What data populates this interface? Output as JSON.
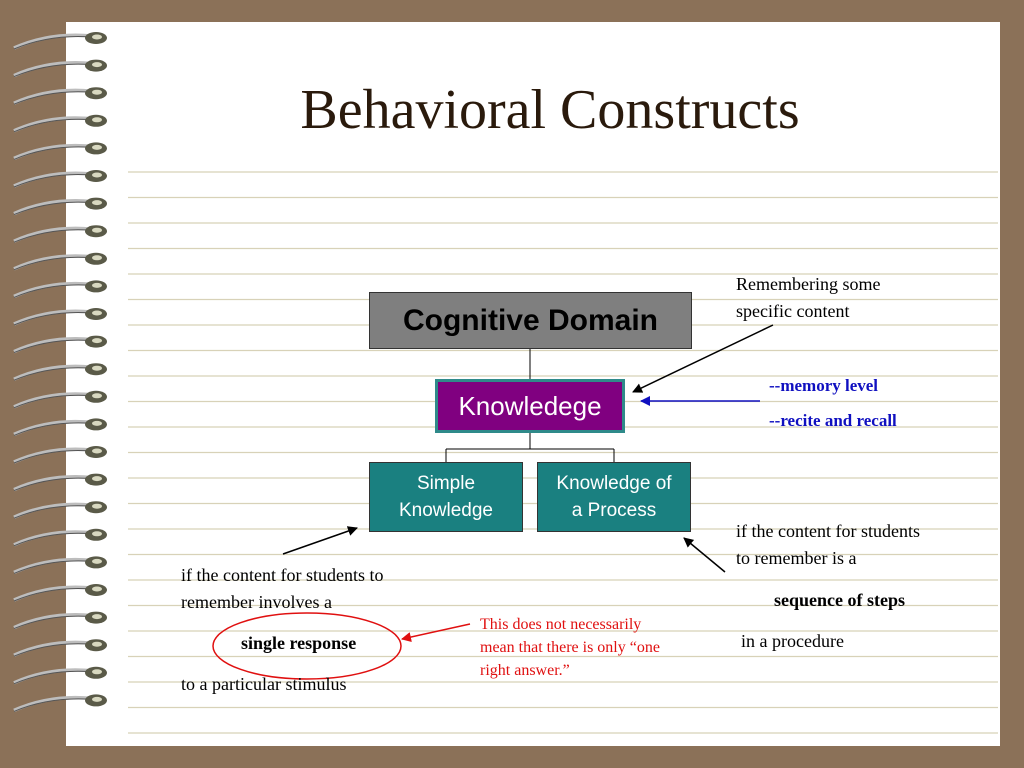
{
  "title": "Behavioral Constructs",
  "boxes": {
    "cognitive_domain": "Cognitive Domain",
    "knowledge": "Knowledege",
    "simple_line1": "Simple",
    "simple_line2": "Knowledge",
    "process_line1": "Knowledge of",
    "process_line2": "a Process"
  },
  "annotations": {
    "remembering_line1": "Remembering some",
    "remembering_line2": "specific content",
    "memory_level": "--memory level",
    "recite_recall": "--recite and recall",
    "right_line1": "if the content for students",
    "right_line2": "to remember is a",
    "sequence_of_steps": "sequence of steps",
    "in_a_procedure": "in a procedure",
    "left_line1": "if the content for students to",
    "left_line2": "remember involves a",
    "single_response": "single response",
    "stimulus": "to a particular stimulus",
    "note_line1": "This does not necessarily",
    "note_line2": "mean that there is only “one",
    "note_line3": "right answer.”"
  },
  "colors": {
    "background": "#8b7158",
    "cognitive_box": "#7f7f7f",
    "knowledge_box": "#800080",
    "teal_box": "#1a8080",
    "blue_text": "#1010c0",
    "red_text": "#e01010"
  }
}
